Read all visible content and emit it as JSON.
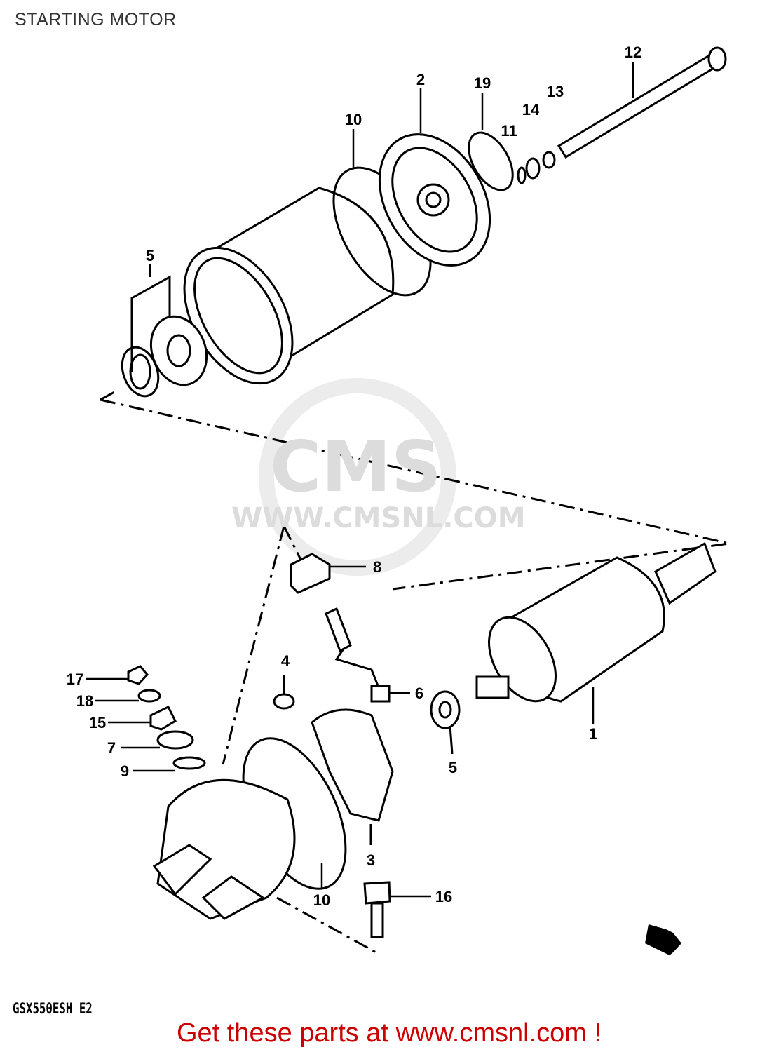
{
  "title": "STARTING MOTOR",
  "model_code": "GSX550ESH E2",
  "cta_text": "Get these parts at www.cmsnl.com !",
  "watermark": {
    "logo_text": "CMS",
    "url_text": "WWW.CMSNL.COM"
  },
  "colors": {
    "cta": "#cc0000",
    "line": "#000000",
    "watermark": "#e6e6e6"
  },
  "icons": {
    "corner_arrow": "arrow-right-badge-icon"
  },
  "callouts": [
    "12",
    "2",
    "19",
    "10",
    "14",
    "13",
    "11",
    "5",
    "8",
    "17",
    "18",
    "15",
    "7",
    "9",
    "4",
    "6",
    "1",
    "5",
    "3",
    "10",
    "16"
  ]
}
